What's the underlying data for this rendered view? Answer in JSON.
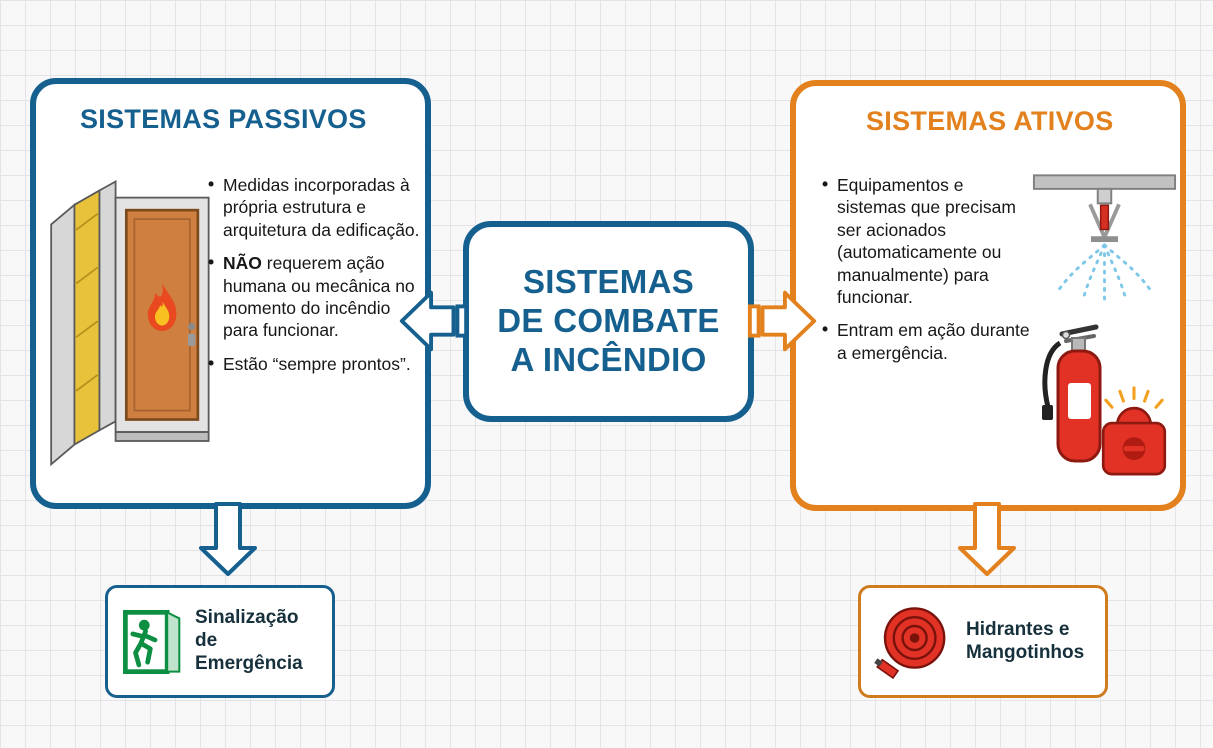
{
  "colors": {
    "blue": "#15608f",
    "orange": "#e2811d",
    "green": "#0c8f42",
    "red": "#e23226",
    "text": "#171717"
  },
  "left_box": {
    "title": "SISTEMAS PASSIVOS",
    "bullets": [
      {
        "bold": "",
        "text": "Medidas incorporadas à própria estrutura e arquitetura da edificação."
      },
      {
        "bold": "NÃO",
        "text": " requerem ação humana ou mecânica no momento do incêndio para funcionar."
      },
      {
        "bold": "",
        "text": "Estão “sempre prontos”."
      }
    ]
  },
  "center_box": {
    "lines": [
      "SISTEMAS",
      "DE COMBATE",
      "A INCÊNDIO"
    ]
  },
  "right_box": {
    "title": "SISTEMAS ATIVOS",
    "bullets": [
      {
        "bold": "",
        "text": "Equipamentos e sistemas que precisam ser acionados (automaticamente ou manualmente) para funcionar."
      },
      {
        "bold": "",
        "text": "Entram em ação durante a emergência."
      }
    ]
  },
  "bottom_left": {
    "label": "Sinalização de Emergência"
  },
  "bottom_right": {
    "label": "Hidrantes e Mangotinhos"
  },
  "icons": {
    "fire_door": "fire-door-illustration",
    "sprinkler": "sprinkler-icon",
    "extinguisher": "fire-extinguisher-icon",
    "alarm": "fire-alarm-icon",
    "exit_sign": "emergency-exit-icon",
    "hose": "fire-hose-icon",
    "left_arrow": "arrow-left-icon",
    "right_arrow": "arrow-right-icon",
    "down_arrow": "arrow-down-icon"
  }
}
